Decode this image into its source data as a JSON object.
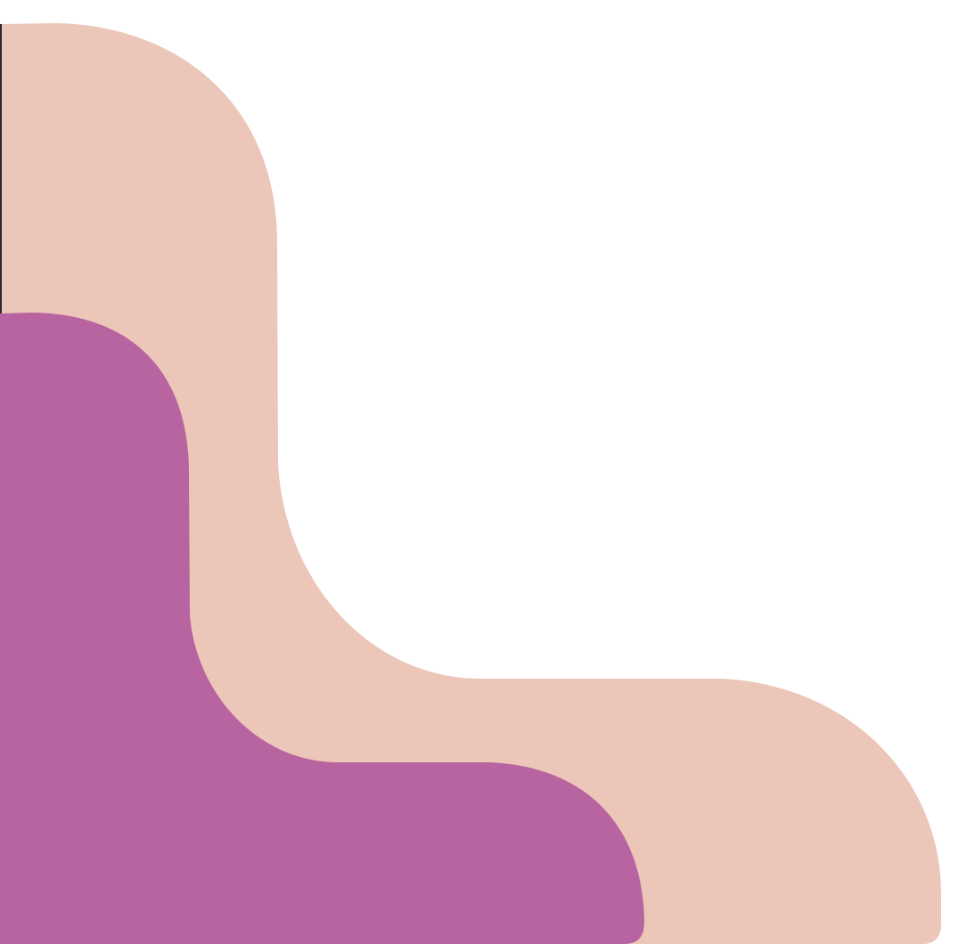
{
  "colors": {
    "background": "#ffffff",
    "peach_shape": "#ecc6b8",
    "magenta_shape": "#b764a1",
    "edge_line": "#2b2b2b"
  },
  "shapes": [
    {
      "name": "peach-curved-band",
      "color_key": "peach_shape"
    },
    {
      "name": "magenta-curved-block",
      "color_key": "magenta_shape"
    }
  ]
}
